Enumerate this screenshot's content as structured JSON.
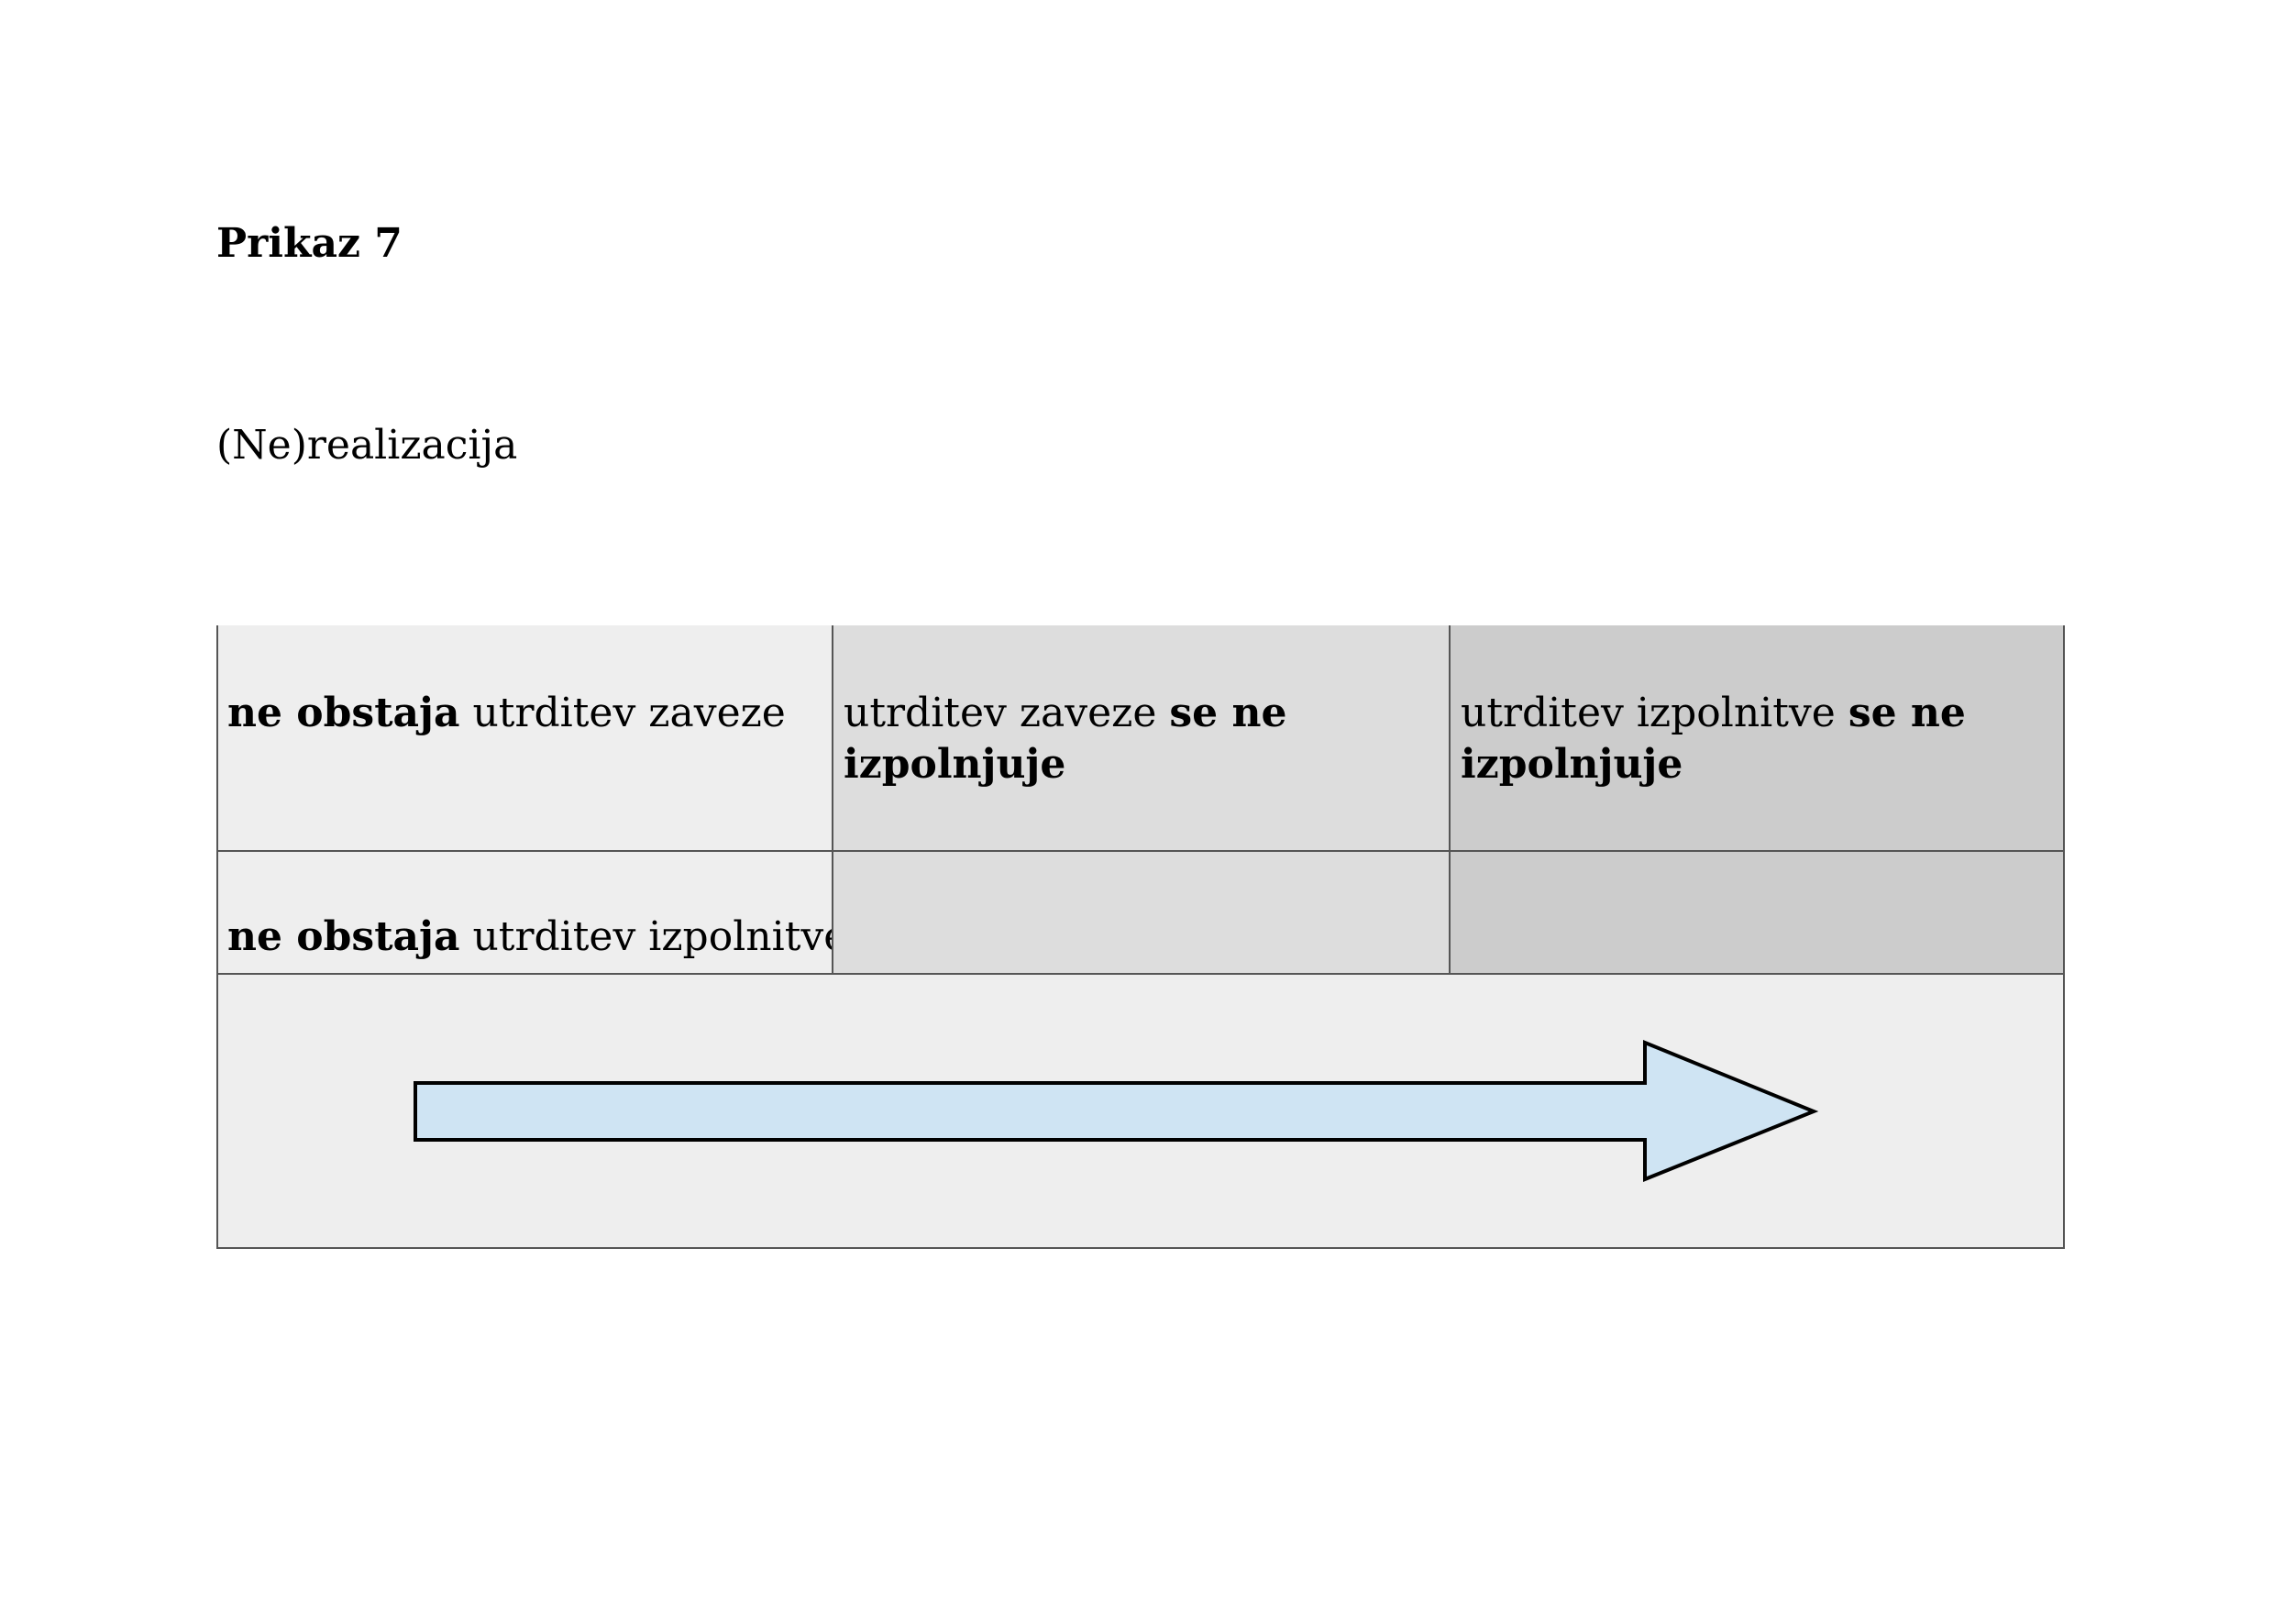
{
  "heading": "Prikaz 7",
  "subheading": "(Ne)realizacija",
  "cells": {
    "r1c1": {
      "bold": "ne obstaja",
      "normal": " utrditev zaveze"
    },
    "r1c2": {
      "normal": "utrditev zaveze ",
      "bold": "se ne izpolnjuje"
    },
    "r1c3": {
      "normal": "utrditev izpolnitve ",
      "bold": "se ne izpolnjuje"
    },
    "r2c1": {
      "bold": "ne obstaja",
      "normal": " utrditev izpolnitve"
    }
  },
  "colors": {
    "column1": "#eeeeee",
    "column2": "#dddddd",
    "column3": "#cccccc",
    "arrow_fill": "#cfe4f3",
    "border": "#555555"
  },
  "arrow": {
    "direction": "right",
    "icon": "right-arrow-icon"
  }
}
